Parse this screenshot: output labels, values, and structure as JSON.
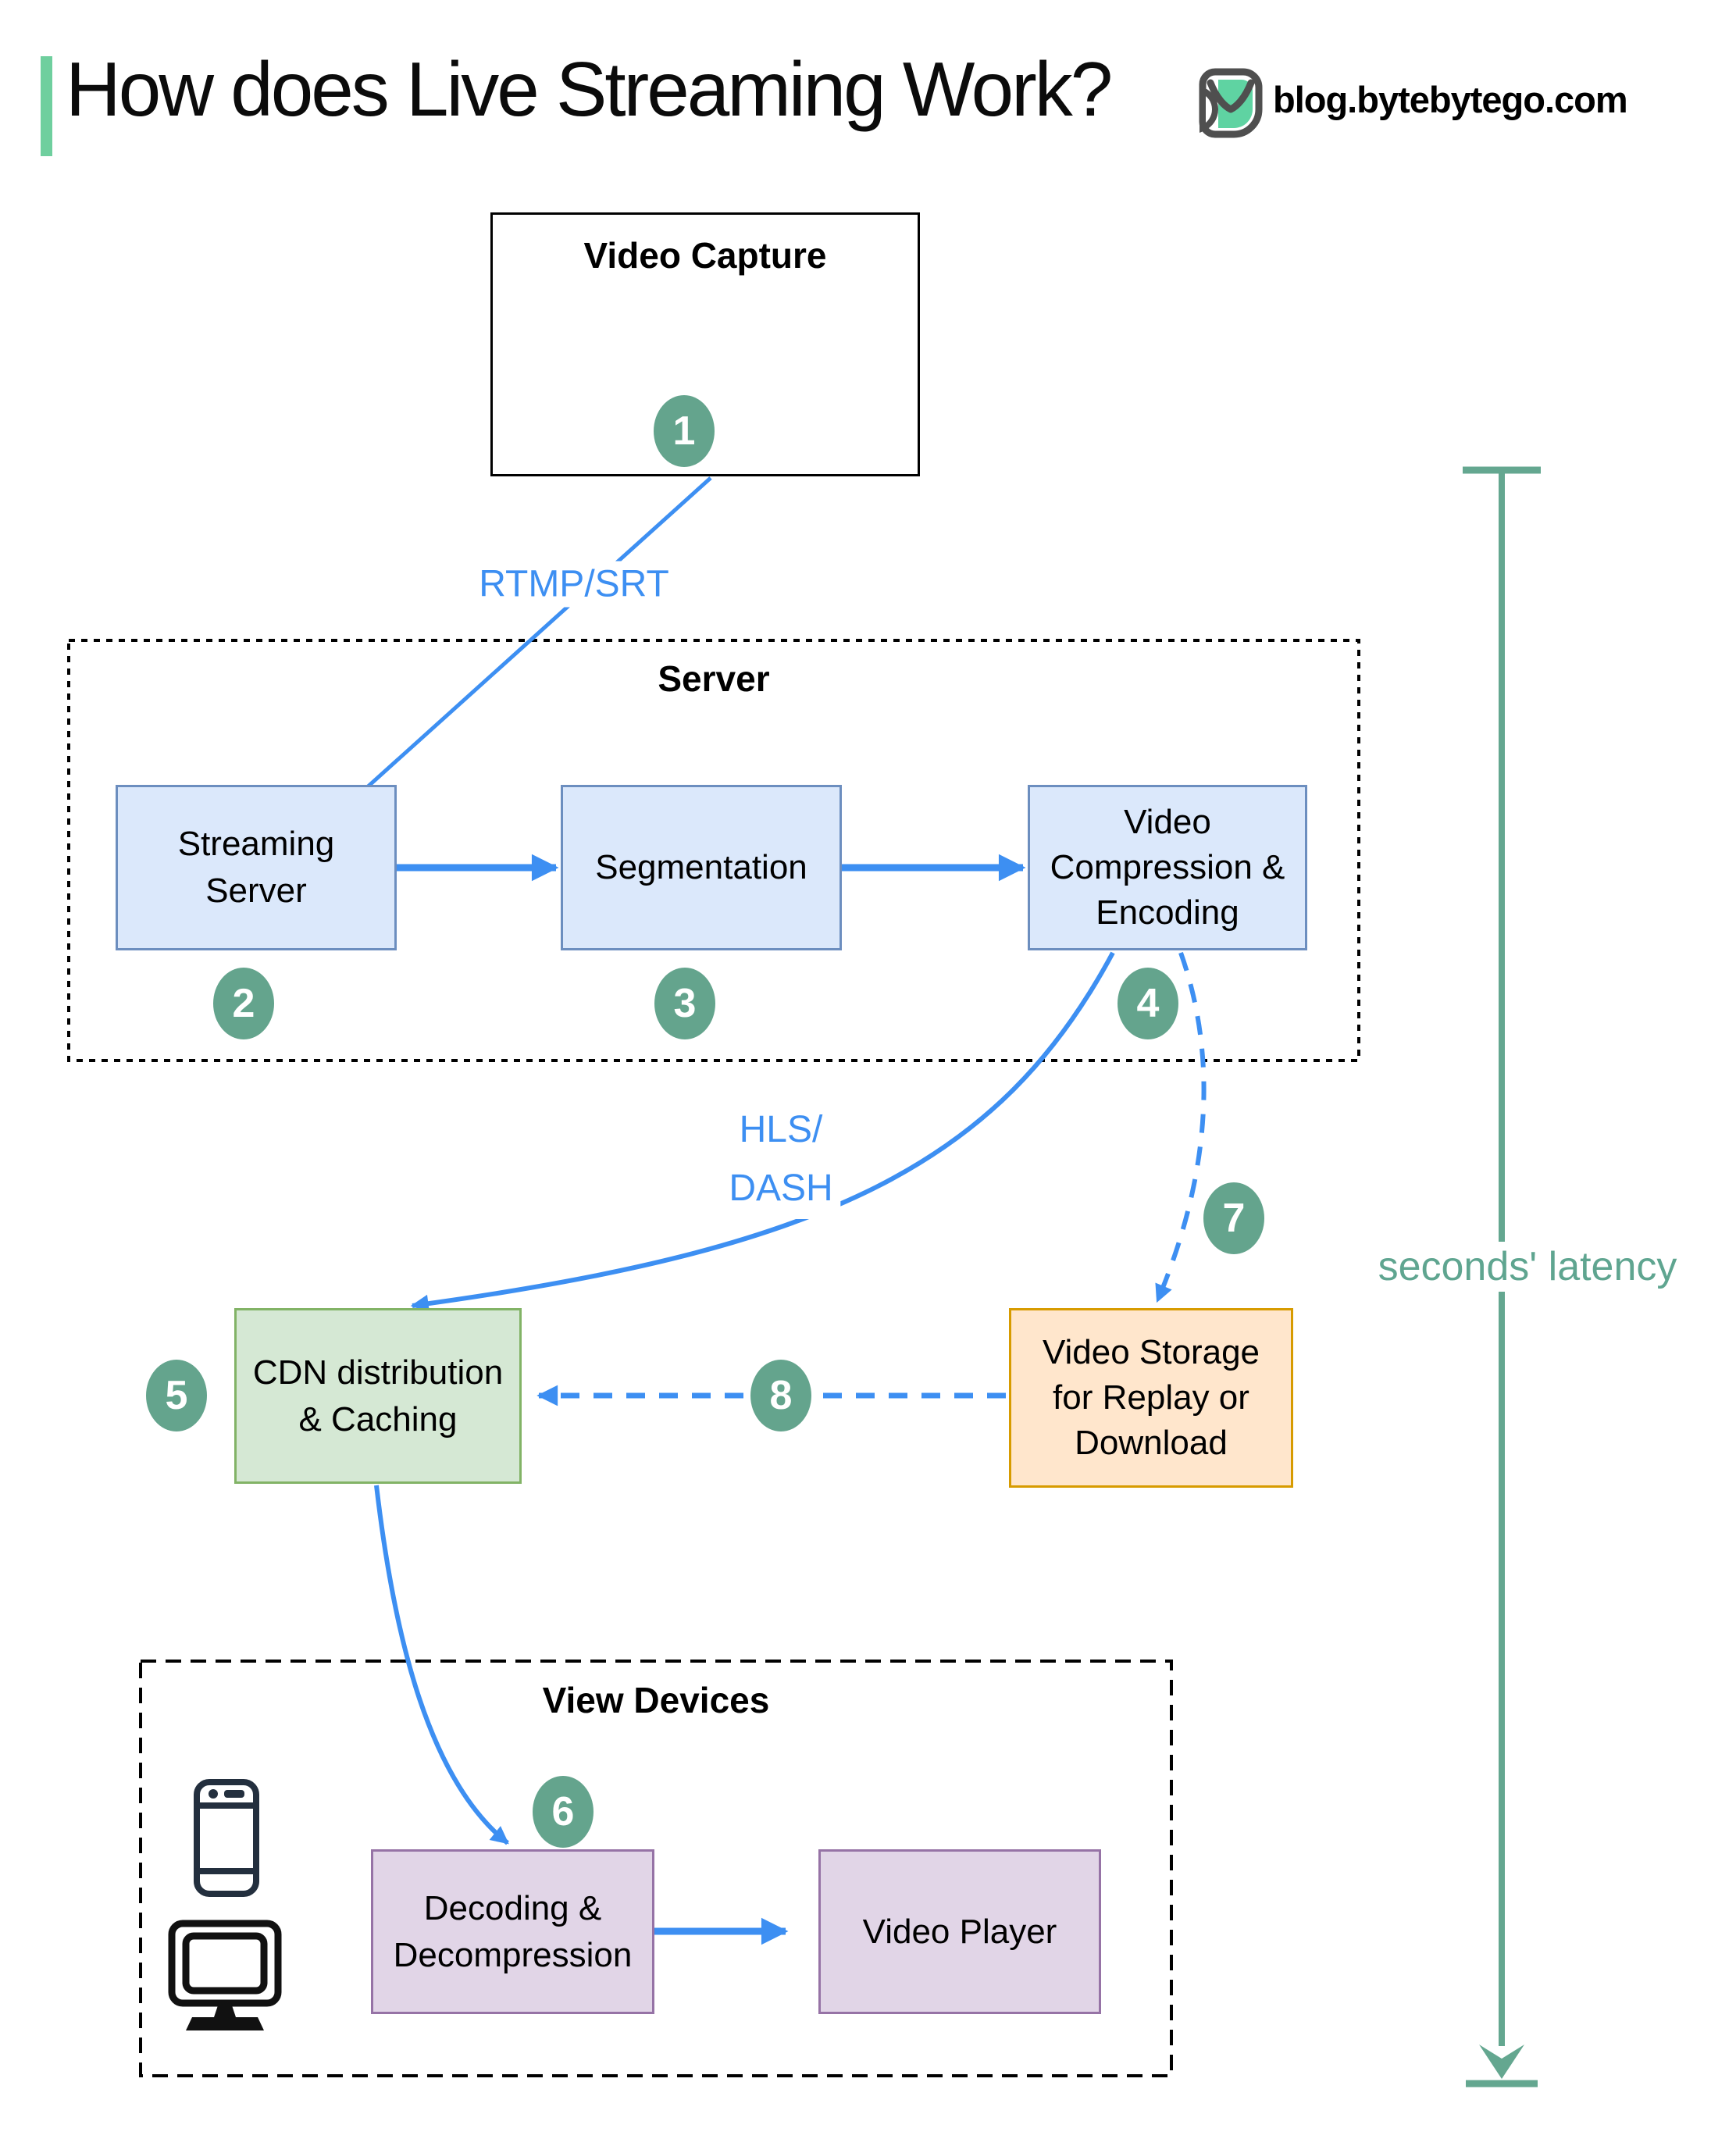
{
  "header": {
    "title": "How does Live Streaming Work?",
    "site": "blog.bytebytego.com"
  },
  "capture": {
    "title": "Video Capture"
  },
  "server": {
    "title": "Server",
    "streaming": {
      "line1": "Streaming",
      "line2": "Server"
    },
    "segmentation": {
      "line1": "Segmentation"
    },
    "compression": {
      "line1": "Video",
      "line2": "Compression &",
      "line3": "Encoding"
    }
  },
  "cdn": {
    "line1": "CDN distribution",
    "line2": "& Caching"
  },
  "storage": {
    "line1": "Video Storage",
    "line2": "for Replay or",
    "line3": "Download"
  },
  "viewer": {
    "title": "View Devices",
    "decoding": {
      "line1": "Decoding &",
      "line2": "Decompression"
    },
    "player": {
      "line1": "Video Player"
    }
  },
  "edges": {
    "rtmp": "RTMP/SRT",
    "hls_line1": "HLS/",
    "hls_line2": "DASH",
    "latency": "seconds' latency"
  },
  "steps": {
    "s1": "1",
    "s2": "2",
    "s3": "3",
    "s4": "4",
    "s5": "5",
    "s6": "6",
    "s7": "7",
    "s8": "8"
  },
  "icons": [
    "microphone-icon",
    "video-camera-icon",
    "smartphone-icon",
    "monitor-icon",
    "bytebytego-owl-icon"
  ],
  "colors": {
    "blue": "#3d8ff2",
    "teal_circle": "#64a48d",
    "teal_line": "#64a790",
    "teal_text": "#5fa590",
    "accent_bar": "#6fcf9e",
    "owl_green": "#5fd3a2",
    "node_blue_fill": "#dbe8fb",
    "node_blue_border": "#6c8ebf",
    "node_green_fill": "#d5e8d4",
    "node_green_border": "#82b366",
    "node_orange_fill": "#ffe6cc",
    "node_orange_border": "#d79b00",
    "node_purple_fill": "#e1d5e7",
    "node_purple_border": "#9673a6"
  }
}
